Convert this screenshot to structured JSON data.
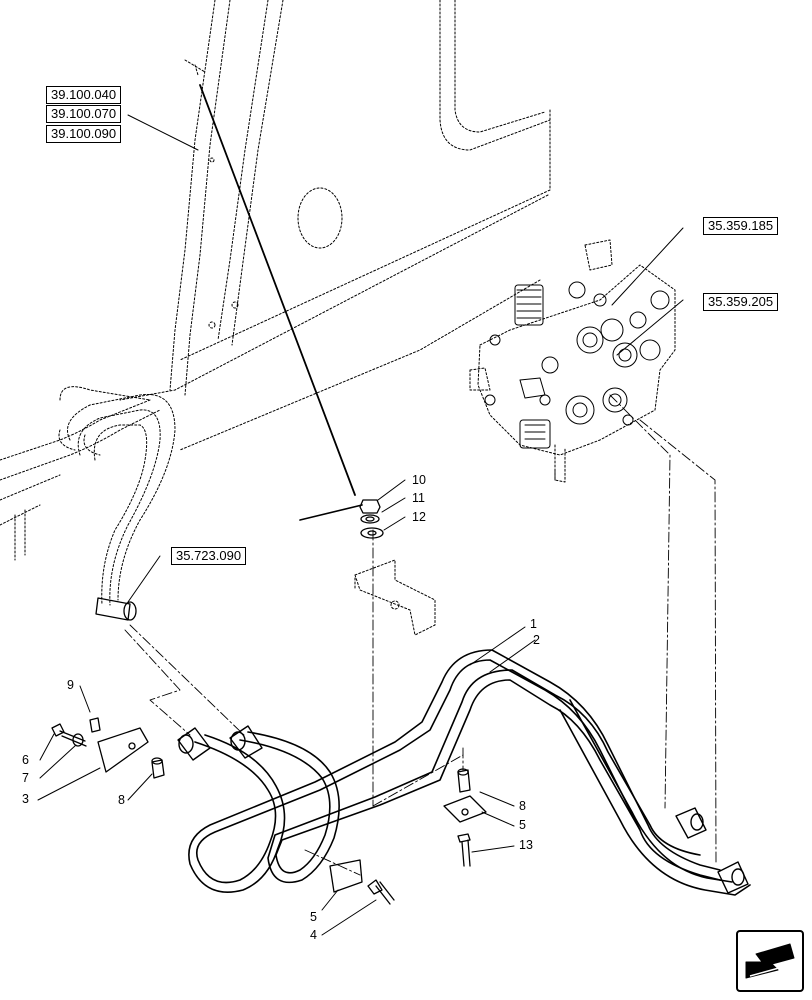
{
  "reference_boxes": {
    "group_a": [
      "39.100.040",
      "39.100.070",
      "39.100.090"
    ],
    "valve_1": "35.359.185",
    "valve_2": "35.359.205",
    "hose": "35.723.090"
  },
  "callouts": [
    {
      "id": "c1",
      "text": "1"
    },
    {
      "id": "c2",
      "text": "2"
    },
    {
      "id": "c3",
      "text": "3"
    },
    {
      "id": "c4",
      "text": "4"
    },
    {
      "id": "c5a",
      "text": "5"
    },
    {
      "id": "c5b",
      "text": "5"
    },
    {
      "id": "c6",
      "text": "6"
    },
    {
      "id": "c7",
      "text": "7"
    },
    {
      "id": "c8a",
      "text": "8"
    },
    {
      "id": "c8b",
      "text": "8"
    },
    {
      "id": "c9",
      "text": "9"
    },
    {
      "id": "c10",
      "text": "10"
    },
    {
      "id": "c11",
      "text": "11"
    },
    {
      "id": "c12",
      "text": "12"
    },
    {
      "id": "c13",
      "text": "13"
    }
  ],
  "navigation": {
    "icon": "next-page-arrow-icon"
  }
}
